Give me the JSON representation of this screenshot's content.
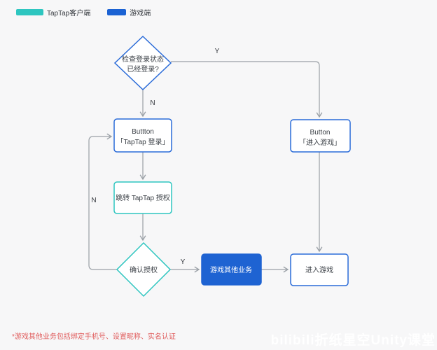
{
  "legend": {
    "items": [
      {
        "label": "TapTap客户端",
        "color": "#2ec6c0"
      },
      {
        "label": "游戏端",
        "color": "#1b62d3"
      }
    ]
  },
  "nodes": {
    "check_login": {
      "line1": "检查登录状态",
      "line2": "已经登录?"
    },
    "taptap_login_button": {
      "line1": "Buttton",
      "line2": "「TapTap 登录」"
    },
    "enter_game_button": {
      "line1": "Button",
      "line2": "「进入游戏」"
    },
    "jump_auth": {
      "label": "跳转 TapTap 授权"
    },
    "confirm_auth": {
      "label": "确认授权"
    },
    "game_other_business": {
      "label": "游戏其他业务"
    },
    "enter_game": {
      "label": "进入游戏"
    }
  },
  "edge_labels": {
    "check_yes": "Y",
    "check_no": "N",
    "confirm_yes": "Y",
    "confirm_no": "N"
  },
  "footnote": "*游戏其他业务包括绑定手机号、设置昵称、实名认证",
  "watermark": "bilibili折纸星空Unity课堂",
  "colors": {
    "taptap_teal": "#2ec6c0",
    "game_blue": "#1e63d2",
    "node_border_blue": "#2a6bd8",
    "line_gray": "#9aa0a6",
    "footnote_red": "#e05c5c",
    "background": "#f7f7f8"
  }
}
